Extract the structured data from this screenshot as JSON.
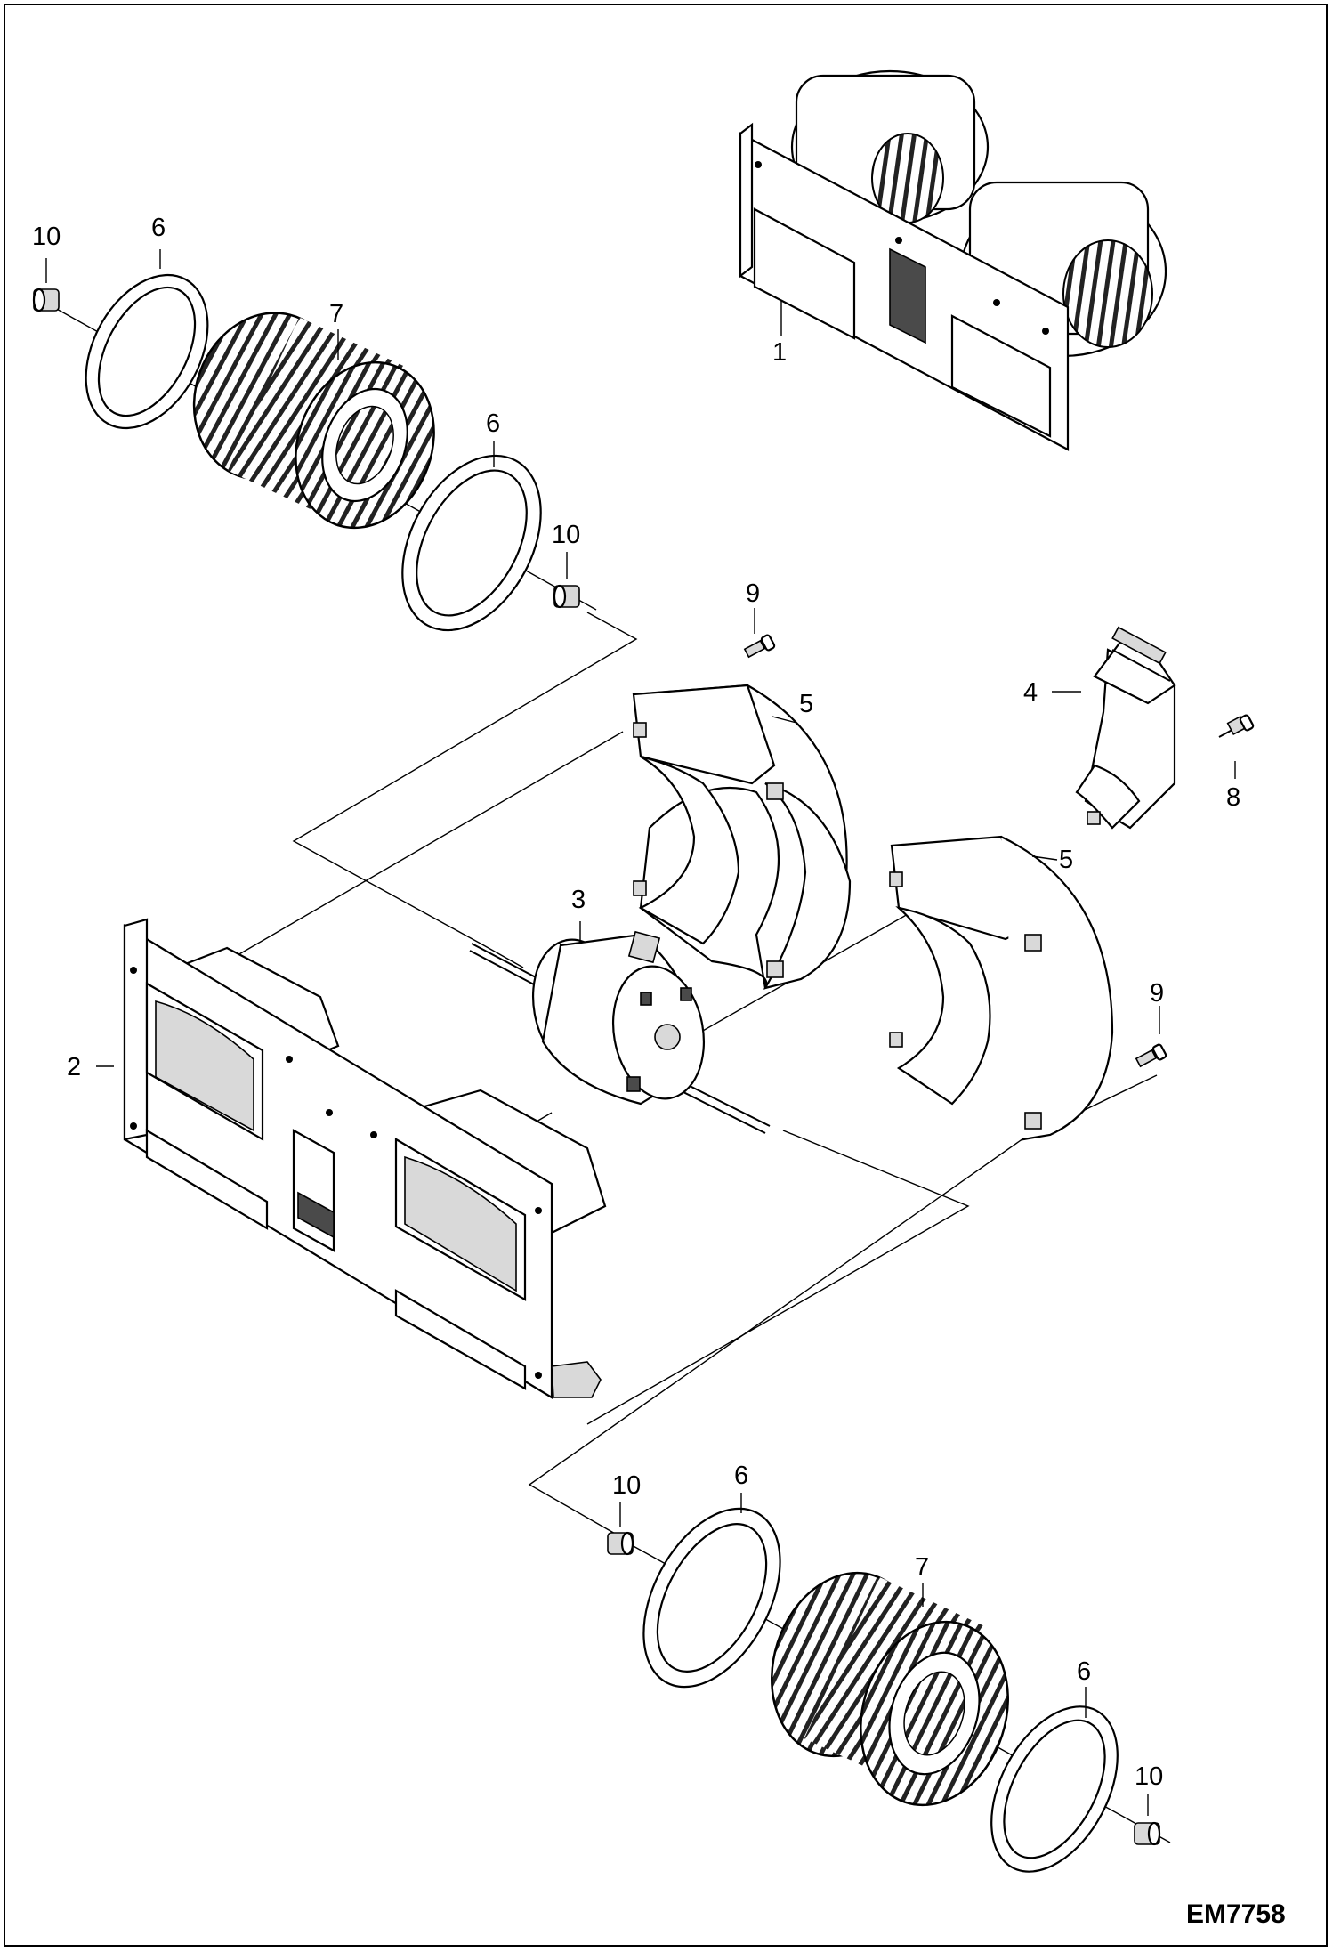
{
  "diagram": {
    "drawing_code": "EM7758",
    "callouts": {
      "c1": "1",
      "c2": "2",
      "c3": "3",
      "c4": "4",
      "c5a": "5",
      "c5b": "5",
      "c6a": "6",
      "c6b": "6",
      "c6c": "6",
      "c6d": "6",
      "c7a": "7",
      "c7b": "7",
      "c8": "8",
      "c9a": "9",
      "c9b": "9",
      "c10a": "10",
      "c10b": "10",
      "c10c": "10",
      "c10d": "10"
    },
    "parts": [
      {
        "id": "blower-assembly",
        "icon": "blower-assembly-icon"
      },
      {
        "id": "housing-frame",
        "icon": "housing-frame-icon"
      },
      {
        "id": "motor",
        "icon": "motor-icon"
      },
      {
        "id": "resistor",
        "icon": "resistor-icon"
      },
      {
        "id": "scroll-housing",
        "icon": "scroll-housing-icon"
      },
      {
        "id": "ring",
        "icon": "ring-icon"
      },
      {
        "id": "blower-wheel",
        "icon": "blower-wheel-icon"
      },
      {
        "id": "screw",
        "icon": "screw-icon"
      },
      {
        "id": "bolt",
        "icon": "bolt-icon"
      },
      {
        "id": "clip",
        "icon": "clip-icon"
      }
    ]
  }
}
